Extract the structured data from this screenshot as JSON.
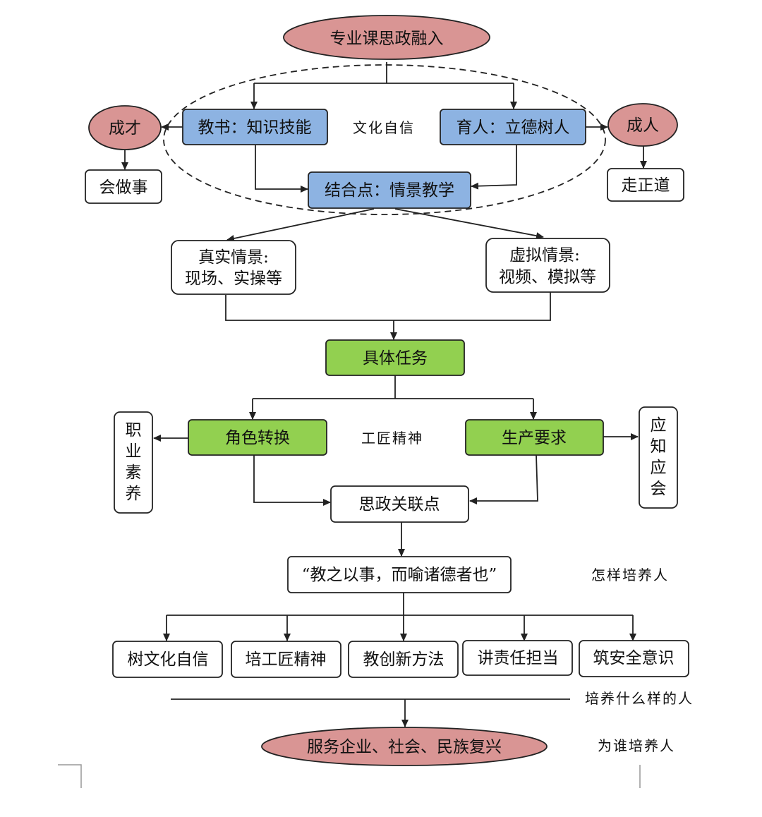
{
  "colors": {
    "ellipse_fill": "#d99594",
    "blue_fill": "#8db3e2",
    "green_fill": "#92d050",
    "white_fill": "#ffffff",
    "stroke": "#222222"
  },
  "nodes": {
    "top": "专业课思政融入",
    "teach": "教书：知识技能",
    "educate": "育人：立德树人",
    "junction": "结合点：情景教学",
    "talent": "成才",
    "person": "成人",
    "do_things": "会做事",
    "right_path": "走正道",
    "real_line1": "真实情景:",
    "real_line2": "现场、实操等",
    "virtual_line1": "虚拟情景:",
    "virtual_line2": "视频、模拟等",
    "task": "具体任务",
    "role": "角色转换",
    "production": "生产要求",
    "career": "职业素养",
    "know_should": "应知应会",
    "link_point": "思政关联点",
    "quote": "“教之以事，而喻诸德者也”",
    "goal1": "树文化自信",
    "goal2": "培工匠精神",
    "goal3": "教创新方法",
    "goal4": "讲责任担当",
    "goal5": "筑安全意识",
    "bottom": "服务企业、社会、民族复兴"
  },
  "annotations": {
    "culture": "文化自信",
    "craftsman": "工匠精神",
    "how": "怎样培养人",
    "what": "培养什么样的人",
    "whom": "为谁培养人"
  }
}
